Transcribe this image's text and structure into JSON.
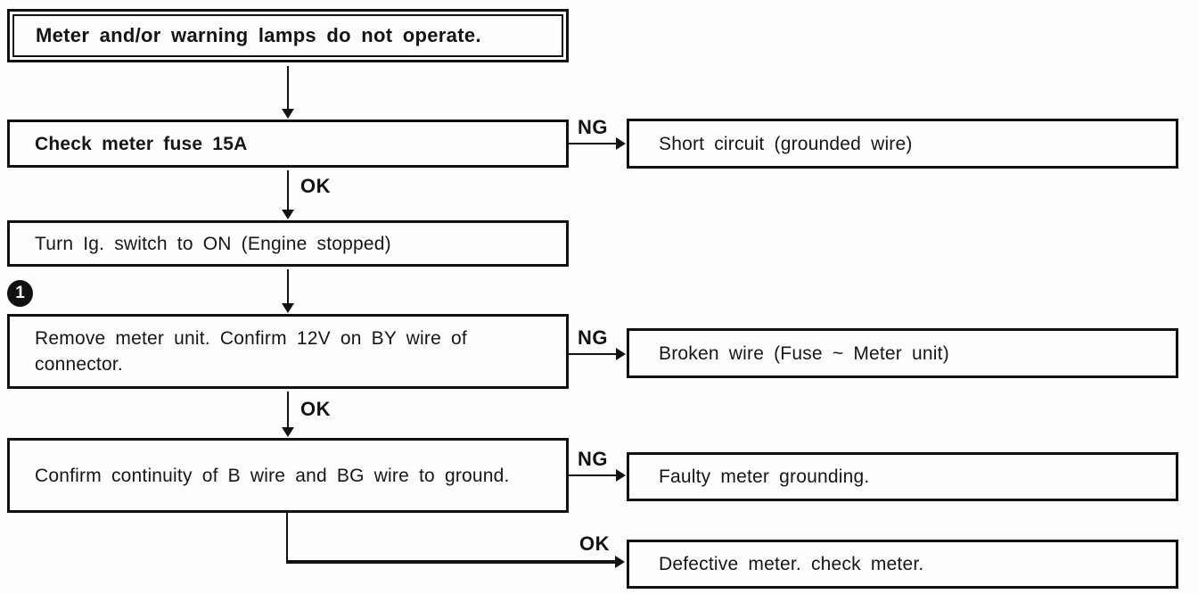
{
  "flowchart": {
    "start": "Meter and/or warning lamps do not operate.",
    "ng_label": "NG",
    "ok_label": "OK",
    "step_marker": "1",
    "steps": [
      {
        "text": "Check meter fuse 15A"
      },
      {
        "text": "Turn Ig. switch to ON (Engine stopped)"
      },
      {
        "text": "Remove meter unit. Confirm 12V on BY wire of connector."
      },
      {
        "text": "Confirm continuity of B wire and BG wire to ground."
      }
    ],
    "results": [
      {
        "text": "Short circuit (grounded wire)"
      },
      {
        "text": "Broken wire (Fuse ~ Meter unit)"
      },
      {
        "text": "Faulty meter grounding."
      },
      {
        "text": "Defective meter. check meter."
      }
    ],
    "colors": {
      "ink": "#111111",
      "paper": "#fefefe"
    }
  }
}
